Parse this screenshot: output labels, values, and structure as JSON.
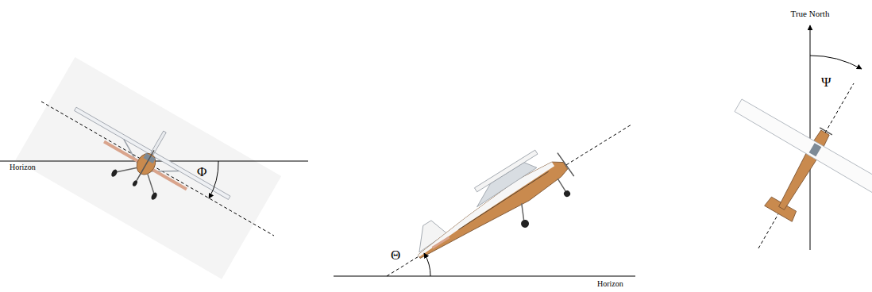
{
  "diagram": {
    "labels": [
      "Horizon",
      "Φ",
      "Θ",
      "Horizon",
      "True North",
      "Ψ"
    ]
  }
}
